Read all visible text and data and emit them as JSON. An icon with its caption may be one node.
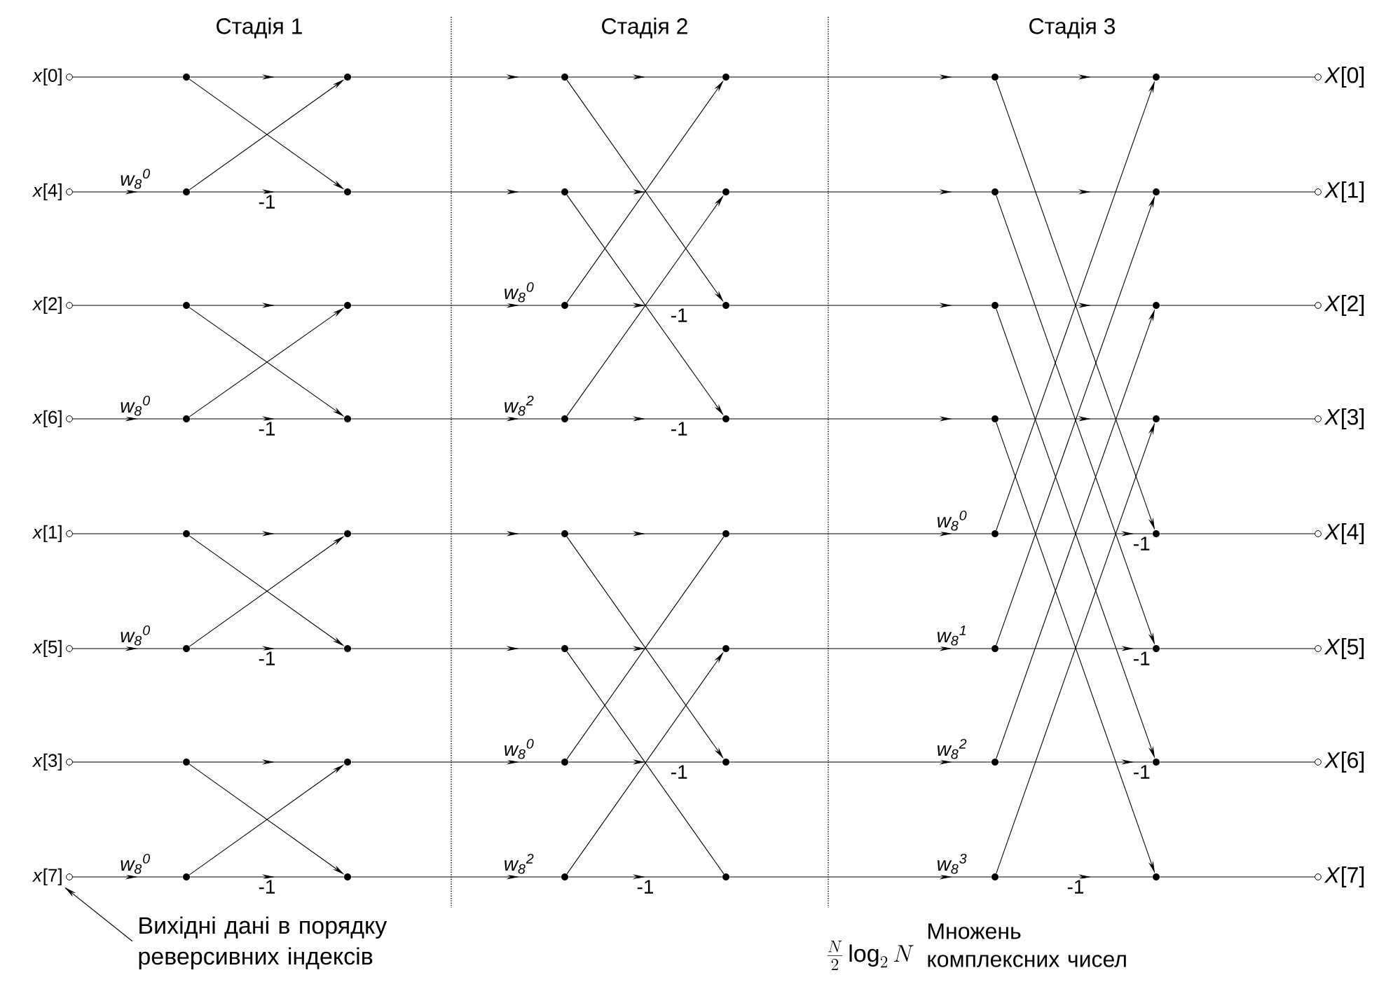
{
  "diagram": {
    "nodes": [
      {
        "text": [
          "*x*[0]"
        ]
      },
      {
        "text": [],
        "shape": "circle"
      },
      {
        "text": [],
        "shape": "circle"
      },
      {
        "text": [],
        "shape": "circle"
      },
      {
        "text": [],
        "shape": "circle"
      },
      {
        "text": [],
        "shape": "circle"
      },
      {
        "text": [],
        "shape": "circle"
      },
      {
        "text": [
          "*X*[0]"
        ]
      },
      {
        "text": [
          "*x*[4]"
        ]
      },
      {
        "text": [],
        "shape": "circle"
      },
      {
        "text": [],
        "shape": "circle"
      },
      {
        "text": [],
        "shape": "circle"
      },
      {
        "text": [],
        "shape": "circle"
      },
      {
        "text": [],
        "shape": "circle"
      },
      {
        "text": [],
        "shape": "circle"
      },
      {
        "text": [
          "*X*[1]"
        ]
      },
      {
        "text": [
          "*x*[2]"
        ]
      },
      {
        "text": [],
        "shape": "circle"
      },
      {
        "text": [],
        "shape": "circle"
      },
      {
        "text": [],
        "shape": "circle"
      },
      {
        "text": [],
        "shape": "circle"
      },
      {
        "text": [],
        "shape": "circle"
      },
      {
        "text": [],
        "shape": "circle"
      },
      {
        "text": [
          "*X*[2]"
        ]
      },
      {
        "text": [
          "*x*[6]"
        ]
      },
      {
        "text": [],
        "shape": "circle"
      },
      {
        "text": [],
        "shape": "circle"
      },
      {
        "text": [],
        "shape": "circle"
      },
      {
        "text": [],
        "shape": "circle"
      },
      {
        "text": [],
        "shape": "circle"
      },
      {
        "text": [],
        "shape": "circle"
      },
      {
        "text": [
          "*X*[3]"
        ]
      },
      {
        "text": [
          "*x*[1]"
        ]
      },
      {
        "text": [],
        "shape": "circle"
      },
      {
        "text": [],
        "shape": "circle"
      },
      {
        "text": [],
        "shape": "circle"
      },
      {
        "text": [],
        "shape": "circle"
      },
      {
        "text": [],
        "shape": "circle"
      },
      {
        "text": [],
        "shape": "circle"
      },
      {
        "text": [
          "*X*[4]"
        ]
      },
      {
        "text": [
          "*x*[5]"
        ]
      },
      {
        "text": [],
        "shape": "circle"
      },
      {
        "text": [],
        "shape": "circle"
      },
      {
        "text": [],
        "shape": "circle"
      },
      {
        "text": [],
        "shape": "circle"
      },
      {
        "text": [],
        "shape": "circle"
      },
      {
        "text": [],
        "shape": "circle"
      },
      {
        "text": [
          "*X*[5]"
        ]
      },
      {
        "text": [
          "*x*[3]"
        ]
      },
      {
        "text": [],
        "shape": "circle"
      },
      {
        "text": [],
        "shape": "circle"
      },
      {
        "text": [],
        "shape": "circle"
      },
      {
        "text": [],
        "shape": "circle"
      },
      {
        "text": [],
        "shape": "circle"
      },
      {
        "text": [],
        "shape": "circle"
      },
      {
        "text": [
          "*X*[6]"
        ]
      },
      {
        "text": [
          "*x*[7]"
        ]
      },
      {
        "text": [],
        "shape": "circle"
      },
      {
        "text": [],
        "shape": "circle"
      },
      {
        "text": [],
        "shape": "circle"
      },
      {
        "text": [],
        "shape": "circle"
      },
      {
        "text": [],
        "shape": "circle"
      },
      {
        "text": [],
        "shape": "circle"
      },
      {
        "text": [
          "*X*[7]"
        ]
      },
      {
        "text": [
          "Вихідні дані в порядку реверсивних індексів"
        ]
      }
    ],
    "edges": [
      {
        "from": 0,
        "to": 1,
        "arrow": "none"
      },
      {
        "from": 1,
        "to": 2,
        "arrow": "to"
      },
      {
        "from": 2,
        "to": 3,
        "arrow": "to"
      },
      {
        "from": 3,
        "to": 4,
        "arrow": "to"
      },
      {
        "from": 4,
        "to": 5,
        "arrow": "to"
      },
      {
        "from": 5,
        "to": 6,
        "arrow": "to"
      },
      {
        "from": 6,
        "to": 7,
        "arrow": "none"
      },
      {
        "from": 8,
        "to": 9,
        "arrow": "to",
        "label": "w$_{8}$$^{0}$"
      },
      {
        "from": 9,
        "to": 10,
        "arrow": "to",
        "label": "-1"
      },
      {
        "from": 10,
        "to": 11,
        "arrow": "to"
      },
      {
        "from": 11,
        "to": 12,
        "arrow": "to"
      },
      {
        "from": 12,
        "to": 13,
        "arrow": "to"
      },
      {
        "from": 13,
        "to": 14,
        "arrow": "to"
      },
      {
        "from": 14,
        "to": 15,
        "arrow": "none"
      },
      {
        "from": 16,
        "to": 17,
        "arrow": "none"
      },
      {
        "from": 17,
        "to": 18,
        "arrow": "to"
      },
      {
        "from": 18,
        "to": 19,
        "arrow": "to",
        "label": "w$_{8}$$^{0}$"
      },
      {
        "from": 19,
        "to": 20,
        "arrow": "to",
        "label": "-1"
      },
      {
        "from": 20,
        "to": 21,
        "arrow": "to"
      },
      {
        "from": 21,
        "to": 22,
        "arrow": "to"
      },
      {
        "from": 22,
        "to": 23,
        "arrow": "none"
      },
      {
        "from": 24,
        "to": 25,
        "arrow": "to",
        "label": "w$_{8}$$^{0}$"
      },
      {
        "from": 25,
        "to": 26,
        "arrow": "to",
        "label": "-1"
      },
      {
        "from": 26,
        "to": 27,
        "arrow": "to",
        "label": "w$_{8}$$^{2}$"
      },
      {
        "from": 27,
        "to": 28,
        "arrow": "to",
        "label": "-1"
      },
      {
        "from": 28,
        "to": 29,
        "arrow": "to"
      },
      {
        "from": 29,
        "to": 30,
        "arrow": "to"
      },
      {
        "from": 30,
        "to": 31,
        "arrow": "none"
      },
      {
        "from": 32,
        "to": 33,
        "arrow": "none"
      },
      {
        "from": 33,
        "to": 34,
        "arrow": "to"
      },
      {
        "from": 34,
        "to": 35,
        "arrow": "to"
      },
      {
        "from": 35,
        "to": 36,
        "arrow": "to"
      },
      {
        "from": 36,
        "to": 37,
        "arrow": "to",
        "label": "w$_{8}$$^{0}$"
      },
      {
        "from": 37,
        "to": 38,
        "arrow": "to",
        "label": "-1"
      },
      {
        "from": 38,
        "to": 39,
        "arrow": "none"
      },
      {
        "from": 40,
        "to": 41,
        "arrow": "to",
        "label": "w$_{8}$$^{0}$"
      },
      {
        "from": 41,
        "to": 42,
        "arrow": "to",
        "label": "-1"
      },
      {
        "from": 42,
        "to": 43,
        "arrow": "to"
      },
      {
        "from": 43,
        "to": 44,
        "arrow": "to"
      },
      {
        "from": 44,
        "to": 45,
        "arrow": "to",
        "label": "w$_{8}$$^{1}$"
      },
      {
        "from": 45,
        "to": 46,
        "arrow": "to",
        "label": "-1"
      },
      {
        "from": 46,
        "to": 47,
        "arrow": "none"
      },
      {
        "from": 48,
        "to": 49,
        "arrow": "none"
      },
      {
        "from": 49,
        "to": 50,
        "arrow": "to"
      },
      {
        "from": 50,
        "to": 51,
        "arrow": "to",
        "label": "w$_{8}$$^{0}$"
      },
      {
        "from": 51,
        "to": 52,
        "arrow": "to",
        "label": "-1"
      },
      {
        "from": 52,
        "to": 53,
        "arrow": "to",
        "label": "w$_{8}$$^{2}$"
      },
      {
        "from": 53,
        "to": 54,
        "arrow": "to",
        "label": "-1"
      },
      {
        "from": 54,
        "to": 55,
        "arrow": "none"
      },
      {
        "from": 56,
        "to": 57,
        "arrow": "to",
        "label": "w$_{8}$$^{0}$"
      },
      {
        "from": 57,
        "to": 58,
        "arrow": "to",
        "label": "-1"
      },
      {
        "from": 58,
        "to": 59,
        "arrow": "to",
        "label": "w$_{8}$$^{2}$"
      },
      {
        "from": 59,
        "to": 60,
        "arrow": "to",
        "label": "-1"
      },
      {
        "from": 60,
        "to": 61,
        "arrow": "to",
        "label": "w$_{8}$$^{3}$"
      },
      {
        "from": 61,
        "to": 62,
        "arrow": "to",
        "label": "-1"
      },
      {
        "from": 62,
        "to": 63,
        "arrow": "none"
      },
      {
        "from": 1,
        "to": 10,
        "arrow": "to"
      },
      {
        "from": 9,
        "to": 2,
        "arrow": "to"
      },
      {
        "from": 17,
        "to": 26,
        "arrow": "to"
      },
      {
        "from": 25,
        "to": 18,
        "arrow": "to"
      },
      {
        "from": 33,
        "to": 42,
        "arrow": "to"
      },
      {
        "from": 41,
        "to": 34,
        "arrow": "to"
      },
      {
        "from": 49,
        "to": 58,
        "arrow": "to"
      },
      {
        "from": 57,
        "to": 50,
        "arrow": "to"
      },
      {
        "from": 3,
        "to": 20,
        "arrow": "to"
      },
      {
        "from": 19,
        "to": 4,
        "arrow": "to"
      },
      {
        "from": 11,
        "to": 28,
        "arrow": "to"
      },
      {
        "from": 27,
        "to": 12,
        "arrow": "to"
      },
      {
        "from": 35,
        "to": 52,
        "arrow": "to"
      },
      {
        "from": 51,
        "to": 36,
        "arrow": "none"
      },
      {
        "from": 43,
        "to": 60,
        "arrow": "none"
      },
      {
        "from": 59,
        "to": 44,
        "arrow": "to"
      },
      {
        "from": 5,
        "to": 38,
        "arrow": "to"
      },
      {
        "from": 37,
        "to": 6,
        "arrow": "to"
      },
      {
        "from": 13,
        "to": 46,
        "arrow": "to"
      },
      {
        "from": 45,
        "to": 14,
        "arrow": "to"
      },
      {
        "from": 21,
        "to": 54,
        "arrow": "to"
      },
      {
        "from": 53,
        "to": 22,
        "arrow": "to"
      },
      {
        "from": 29,
        "to": 62,
        "arrow": "to"
      },
      {
        "from": 61,
        "to": 30,
        "arrow": "to"
      },
      {
        "from": 64,
        "to": 56,
        "arrow": "to"
      }
    ],
    "labels": [
      "Стадія 1",
      "Стадія 2",
      "Стадія 3",
      "\\frac{N}{2}\\log_2 N",
      "Множень комплексних чисел"
    ]
  }
}
